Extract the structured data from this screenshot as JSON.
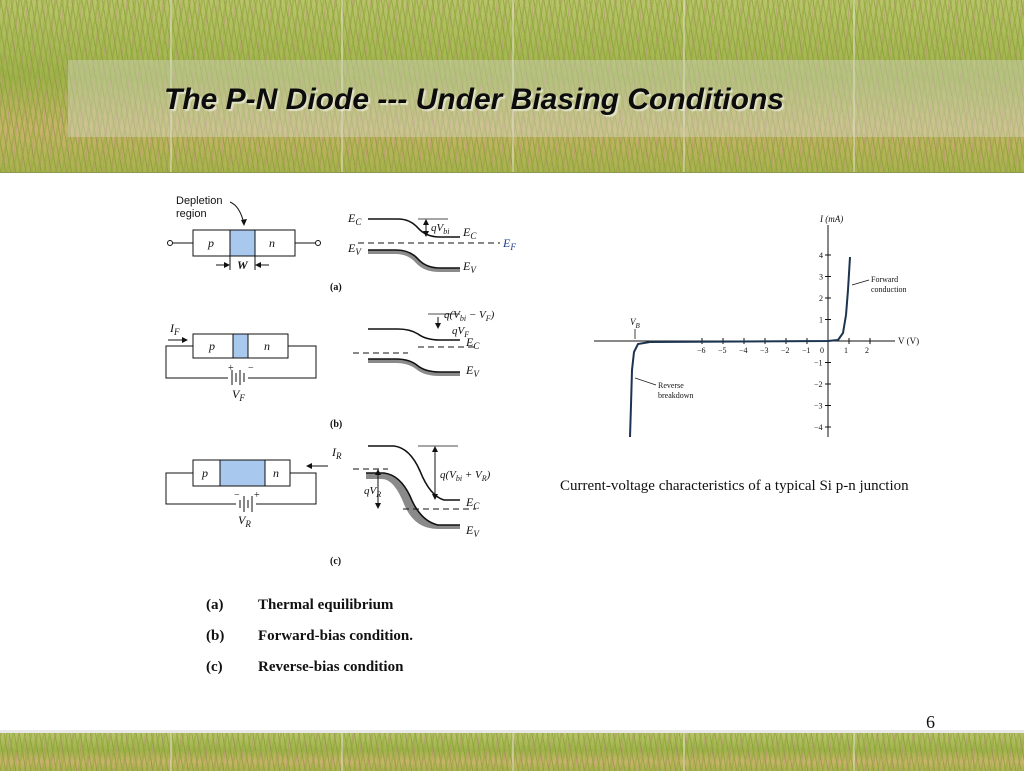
{
  "slide": {
    "title": "The P-N Diode --- Under Biasing Conditions",
    "page_number": "6"
  },
  "band_diagram": {
    "depletion_label_line1": "Depletion",
    "depletion_label_line2": "region",
    "p_label": "p",
    "n_label": "n",
    "width_label": "W",
    "panel_a_label": "(a)",
    "panel_b_label": "(b)",
    "panel_c_label": "(c)",
    "forward_current": "I",
    "forward_current_sub": "F",
    "forward_voltage": "V",
    "forward_voltage_sub": "F",
    "reverse_current": "I",
    "reverse_current_sub": "R",
    "reverse_voltage": "V",
    "reverse_voltage_sub": "R",
    "ec": "E",
    "ec_sub": "C",
    "ev": "E",
    "ev_sub": "V",
    "ef": "E",
    "ef_sub": "F",
    "q_vbi": "qV",
    "q_vbi_sub": "bi",
    "q_vbi_minus_vf": "q(V",
    "q_vbi_minus_vf_rest": "bi",
    "q_vbi_minus_vf_end": " − V",
    "q_vbi_minus_vf_end_sub": "F",
    "q_vf": "qV",
    "q_vf_sub": "F",
    "q_vbi_plus_vr": "q(V",
    "q_vbi_plus_vr_rest": "bi",
    "q_vbi_plus_vr_end": " + V",
    "q_vbi_plus_vr_end_sub": "R",
    "q_vr": "qV",
    "q_vr_sub": "R"
  },
  "iv_curve": {
    "caption": "Current-voltage characteristics of a typical Si p-n junction",
    "y_axis_label": "I (mA)",
    "x_axis_label": "V (V)",
    "x_tick_labels": [
      "−6",
      "−5",
      "−4",
      "−3",
      "−2",
      "−1",
      "0",
      "1",
      "2"
    ],
    "y_tick_labels": [
      "4",
      "3",
      "2",
      "1",
      "−1",
      "−2",
      "−3",
      "−4"
    ],
    "vb_label": "V",
    "vb_sub": "B",
    "forward_annotation_line1": "Forward",
    "forward_annotation_line2": "conduction",
    "reverse_annotation_line1": "Reverse",
    "reverse_annotation_line2": "breakdown"
  },
  "legend": {
    "items": [
      {
        "key": "(a)",
        "text": "Thermal equilibrium"
      },
      {
        "key": "(b)",
        "text": "Forward-bias condition."
      },
      {
        "key": "(c)",
        "text": "Reverse-bias condition"
      }
    ]
  }
}
